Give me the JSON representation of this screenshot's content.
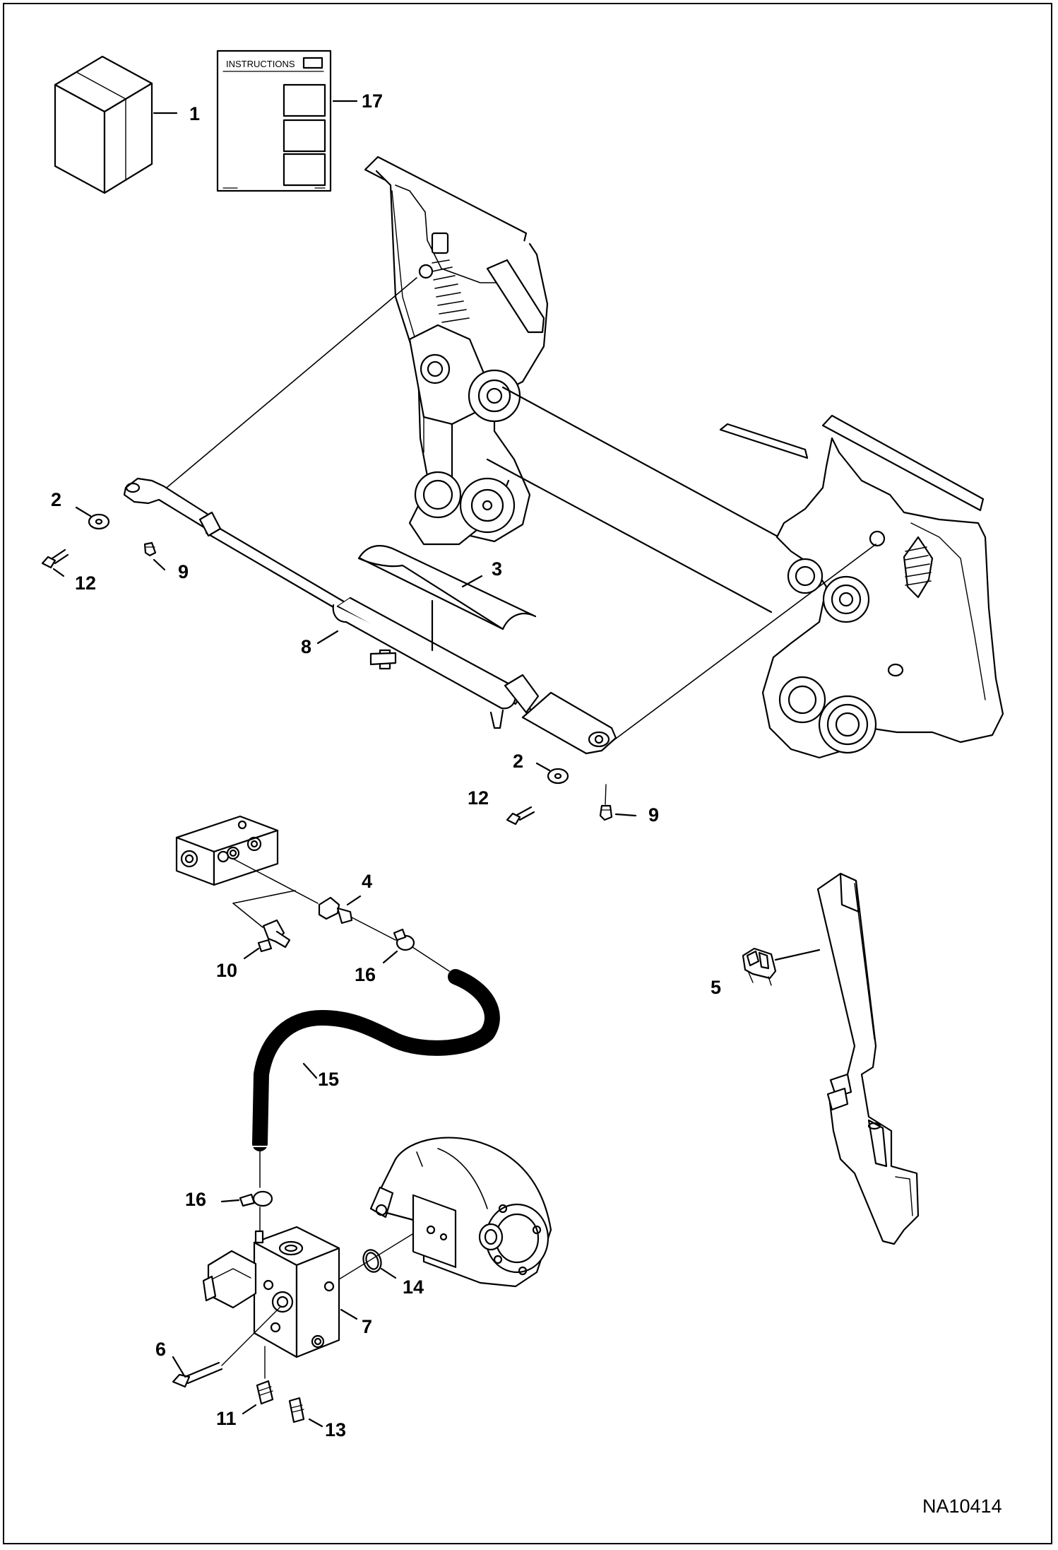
{
  "instruction_sheet": {
    "title": "INSTRUCTIONS"
  },
  "callouts": {
    "c1": "1",
    "c17": "17",
    "c2a": "2",
    "c12a": "12",
    "c9a": "9",
    "c3": "3",
    "c8": "8",
    "c2b": "2",
    "c12b": "12",
    "c9b": "9",
    "c4": "4",
    "c10": "10",
    "c16a": "16",
    "c5": "5",
    "c15": "15",
    "c16b": "16",
    "c14": "14",
    "c7": "7",
    "c6": "6",
    "c11": "11",
    "c13": "13"
  },
  "drawing_id": "NA10414",
  "colors": {
    "line": "#000000",
    "background": "#ffffff"
  }
}
